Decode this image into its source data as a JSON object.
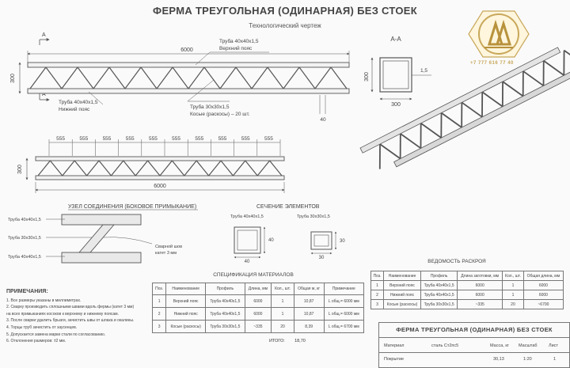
{
  "header": {
    "title": "ФЕРМА ТРЕУГОЛЬНАЯ (ОДИНАРНАЯ) БЕЗ СТОЕК",
    "subtitle": "Технологический чертеж",
    "phone": "+7 777 616 77 40"
  },
  "main_view": {
    "section_mark": "А",
    "length": "6000",
    "height": "300",
    "top_chord_line1": "Труба 40х40х1,5",
    "top_chord_line2": "Верхний пояс",
    "bottom_chord_line1": "Труба 40х40х1,5",
    "bottom_chord_line2": "Нижний пояс",
    "brace_line1": "Труба 30х30х1,5",
    "brace_line2": "Косые (раскосы) – 20 шт.",
    "end_dim": "40"
  },
  "section_aa": {
    "title": "А-А",
    "height": "300",
    "width": "300",
    "thickness": "1,5"
  },
  "spacing_view": {
    "panel_labels": [
      "555",
      "555",
      "555",
      "555",
      "555",
      "555",
      "555",
      "555",
      "555",
      "555"
    ],
    "height": "300",
    "length": "6000"
  },
  "joint": {
    "title": "УЗЕЛ СОЕДИНЕНИЯ (БОКОВОЕ ПРИМЫКАНИЕ)",
    "top_label": "Труба 40х40х1,5",
    "middle_label": "Труба 30х30х1,5",
    "bottom_label": "Труба 40х40х1,5",
    "weld_line1": "Сварной шов",
    "weld_line2": "катет 3 мм"
  },
  "sections": {
    "title": "СЕЧЕНИЕ ЭЛЕМЕНТОВ",
    "big_label": "Труба 40х40х1,5",
    "big_side": "40",
    "big_bottom": "40",
    "small_label": "Труба 30х30х1,5",
    "small_side": "30",
    "small_bottom": "30"
  },
  "notes": {
    "title": "ПРИМЕЧАНИЯ:",
    "items": [
      "1. Все размеры указаны в миллиметрах.",
      "2. Сварку производить сплошными швами вдоль фермы (катет 3 мм)",
      "   на всех примыканиях косоков к верхнему и нижнему поясам.",
      "3. После сварки удалить брызги, зачистить швы от шлака и окалины.",
      "4. Торцы труб зачистить от заусенцев.",
      "5. Допускается замена марки стали по согласованию.",
      "6. Отклонения размеров: ±2 мм."
    ]
  },
  "spec": {
    "title": "СПЕЦИФИКАЦИЯ МАТЕРИАЛОВ",
    "headers": [
      "Поз.",
      "Наименование",
      "Профиль",
      "Длина, мм",
      "Кол., шт.",
      "Общая м, кг",
      "Примечание"
    ],
    "rows": [
      [
        "1",
        "Верхний пояс",
        "Труба 40х40х1,5",
        "6000",
        "1",
        "10,87",
        "L общ.= 6000 мм"
      ],
      [
        "2",
        "Нижний пояс",
        "Труба 40х40х1,5",
        "6000",
        "1",
        "10,87",
        "L общ.= 6000 мм"
      ],
      [
        "3",
        "Косые (раскосы)",
        "Труба 30х30х1,5",
        "~335",
        "20",
        "8,39",
        "L общ.= 6700 мм"
      ]
    ],
    "total_label": "ИТОГО:",
    "total_value": "18,70"
  },
  "cut": {
    "title": "ВЕДОМОСТЬ РАСКРОЯ",
    "headers": [
      "Поз.",
      "Наименование",
      "Профиль",
      "Длина заготовки, мм",
      "Кол., шт.",
      "Общая длина, мм"
    ],
    "rows": [
      [
        "1",
        "Верхний пояс",
        "Труба 40х40х1,5",
        "6000",
        "1",
        "6000"
      ],
      [
        "2",
        "Нижний пояс",
        "Труба 40х40х1,5",
        "6000",
        "1",
        "6000"
      ],
      [
        "3",
        "Косые (раскосы)",
        "Труба 30х30х1,5",
        "~335",
        "20",
        "~6700"
      ]
    ]
  },
  "stamp": {
    "title": "ФЕРМА ТРЕУГОЛЬНАЯ (ОДИНАРНАЯ) БЕЗ СТОЕК",
    "material_label": "Материал",
    "material_value": "сталь Ст2пс5",
    "mass_label": "Масса, кг",
    "mass_value": "30,13",
    "scale_label": "Масштаб",
    "scale_value": "1:20",
    "sheet_label": "Лист",
    "sheet_value": "1",
    "coating_label": "Покрытие"
  },
  "colors": {
    "line": "#555555",
    "dim": "#555555",
    "gold": "#c8a75a"
  }
}
